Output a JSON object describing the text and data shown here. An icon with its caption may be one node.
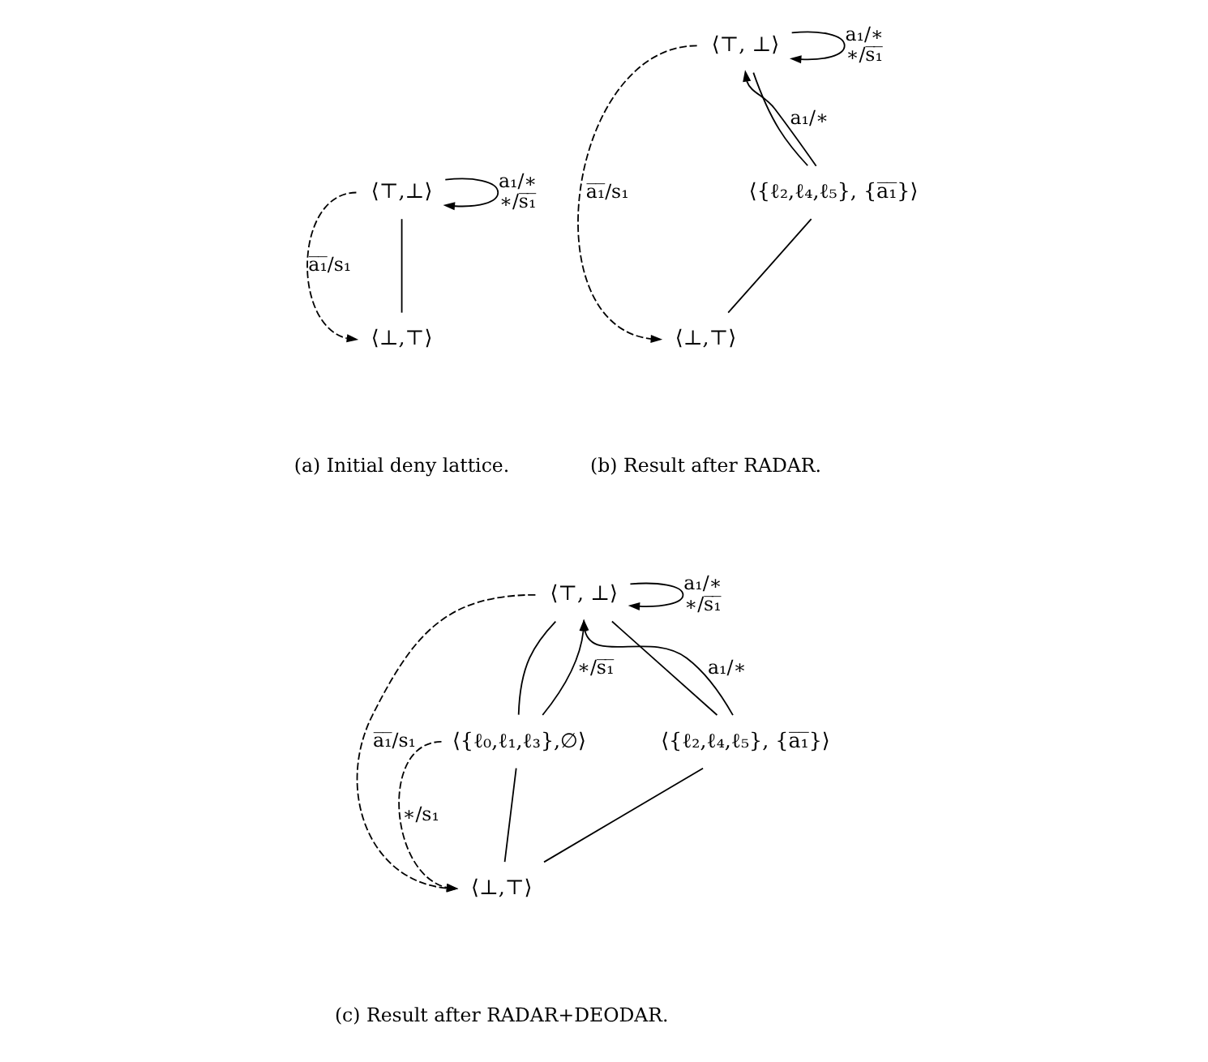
{
  "diagram": {
    "nodes": [
      {
        "text": [
          "⟨⊤,⊥⟩"
        ]
      },
      {
        "text": [
          "⟨⊥,⊤⟩"
        ]
      },
      {
        "text": [
          "⟨⊤, ⊥⟩"
        ]
      },
      {
        "text": [
          "⟨{ℓ₂,ℓ₄,ℓ₅}, {a̅₁̅}⟩"
        ]
      },
      {
        "text": [
          "⟨⊥,⊤⟩"
        ]
      },
      {
        "text": [
          "⟨⊤, ⊥⟩"
        ]
      },
      {
        "text": [
          "⟨{ℓ₀,ℓ₁,ℓ₃},∅⟩"
        ]
      },
      {
        "text": [
          "⟨{ℓ₂,ℓ₄,ℓ₅}, {a̅₁̅}⟩"
        ]
      },
      {
        "text": [
          "⟨⊥,⊤⟩"
        ]
      }
    ],
    "edges": [
      {
        "from": 0,
        "to": 1,
        "arrow": "none"
      },
      {
        "from": 0,
        "to": 1,
        "arrow": "to",
        "style": "dashed",
        "label": "a̅₁̅/s₁"
      },
      {
        "from": 0,
        "to": 0,
        "arrow": "to",
        "label": "a₁/∗ ∗/s̅₁̅"
      },
      {
        "from": 2,
        "to": 3,
        "arrow": "none"
      },
      {
        "from": 3,
        "to": 4,
        "arrow": "none"
      },
      {
        "from": 3,
        "to": 2,
        "arrow": "to",
        "label": "a₁/∗"
      },
      {
        "from": 2,
        "to": 2,
        "arrow": "to",
        "label": "a₁/∗ ∗/s̅₁̅"
      },
      {
        "from": 2,
        "to": 4,
        "arrow": "to",
        "style": "dashed",
        "label": "a̅₁̅/s₁"
      },
      {
        "from": 5,
        "to": 6,
        "arrow": "none"
      },
      {
        "from": 5,
        "to": 7,
        "arrow": "none"
      },
      {
        "from": 6,
        "to": 8,
        "arrow": "none"
      },
      {
        "from": 7,
        "to": 8,
        "arrow": "none"
      },
      {
        "from": 6,
        "to": 5,
        "arrow": "to",
        "label": "∗/s̅₁̅"
      },
      {
        "from": 7,
        "to": 5,
        "arrow": "to",
        "label": "a₁/∗"
      },
      {
        "from": 5,
        "to": 5,
        "arrow": "to",
        "label": "a₁/∗ ∗/s̅₁̅"
      },
      {
        "from": 5,
        "to": 8,
        "arrow": "to",
        "style": "dashed",
        "label": "a̅₁̅/s₁"
      },
      {
        "from": 6,
        "to": 8,
        "arrow": "to",
        "style": "dashed",
        "label": "∗/s₁"
      }
    ],
    "labels": [
      "(a) Initial deny lattice.",
      "(b) Result after RADAR.",
      "(c) Result after RADAR+DEODAR."
    ]
  }
}
